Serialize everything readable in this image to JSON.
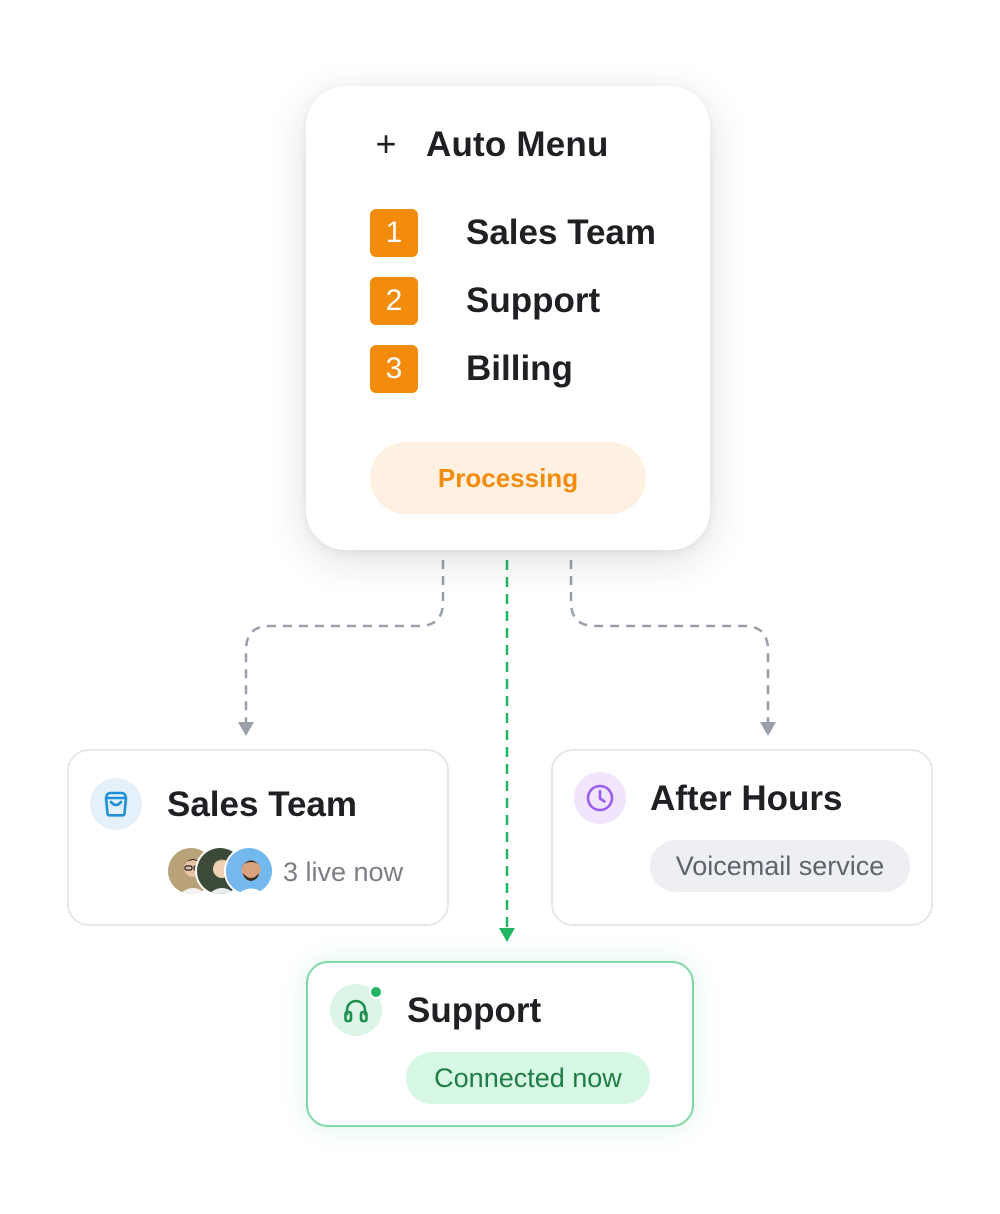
{
  "menu": {
    "title": "Auto Menu",
    "plus_symbol": "+",
    "options": [
      {
        "number": "1",
        "label": "Sales Team"
      },
      {
        "number": "2",
        "label": "Support"
      },
      {
        "number": "3",
        "label": "Billing"
      }
    ],
    "status": "Processing"
  },
  "branches": {
    "sales": {
      "title": "Sales Team",
      "live_text": "3 live now",
      "icon": "shopping-bag-icon"
    },
    "after_hours": {
      "title": "After Hours",
      "pill": "Voicemail service",
      "icon": "clock-icon"
    },
    "support": {
      "title": "Support",
      "pill": "Connected now",
      "icon": "headphones-icon"
    }
  },
  "colors": {
    "accent_orange": "#f38b0c",
    "status_pill_bg": "#fff1e2",
    "connector_gray": "#9aa0ab",
    "connector_green": "#22b562",
    "sales_icon": "#1f8fd6",
    "after_hours_icon": "#9b5cf0",
    "support_icon": "#1f8f4e"
  }
}
